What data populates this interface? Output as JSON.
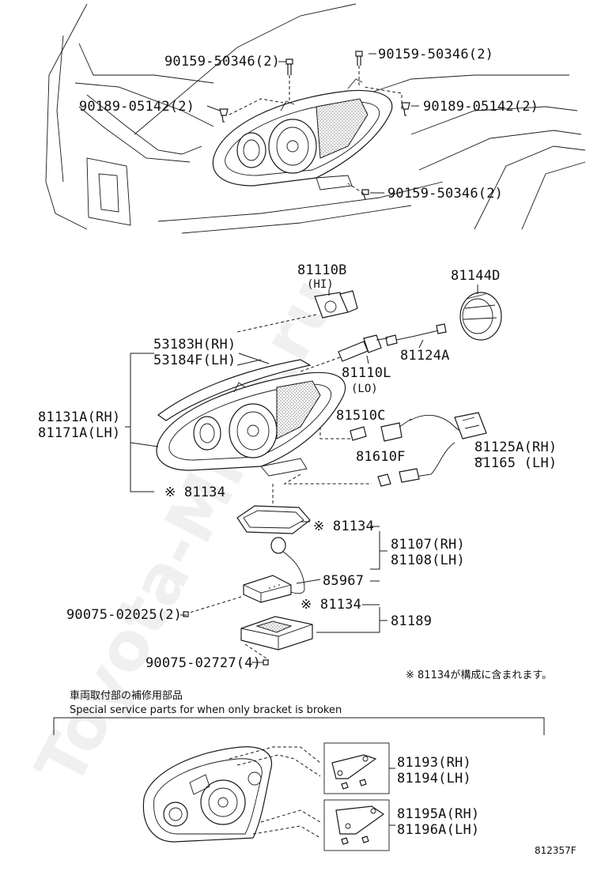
{
  "watermark": "Toyota-Mine.ru",
  "labels": {
    "bolt_top_left": "90159-50346(2)",
    "bolt_top_right": "90159-50346(2)",
    "clip_left": "90189-05142(2)",
    "clip_right": "90189-05142(2)",
    "bolt_bottom": "90159-50346(2)",
    "bulb_hi": "81110B",
    "bulb_hi_sub": "(HI)",
    "cap": "81144D",
    "seal_rh": "53183H(RH)",
    "seal_lh": "53184F(LH)",
    "socket": "81124A",
    "bulb_lo": "81110L",
    "bulb_lo_sub": "(LO)",
    "unit_rh": "81131A(RH)",
    "unit_lh": "81171A(LH)",
    "bulb_small": "81510C",
    "bulb_side": "81610F",
    "harness_rh": "81125A(RH)",
    "harness_lh": "81165 (LH)",
    "ref_mark_1": "※ 81134",
    "ref_mark_2": "※ 81134",
    "ref_mark_3": "※ 81134",
    "ballast_rh": "81107(RH)",
    "ballast_lh": "81108(LH)",
    "cord": "85967",
    "screw_a": "90075-02025(2)",
    "computer": "81189",
    "screw_b": "90075-02727(4)",
    "footnote": "※ 81134が構成に含まれます。",
    "section_title_jp": "車両取付部の補修用部品",
    "section_title_en": "Special service parts for when only bracket is broken",
    "bracket_a_rh": "81193(RH)",
    "bracket_a_lh": "81194(LH)",
    "bracket_b_rh": "81195A(RH)",
    "bracket_b_lh": "81196A(LH)",
    "figure_number": "812357F"
  }
}
